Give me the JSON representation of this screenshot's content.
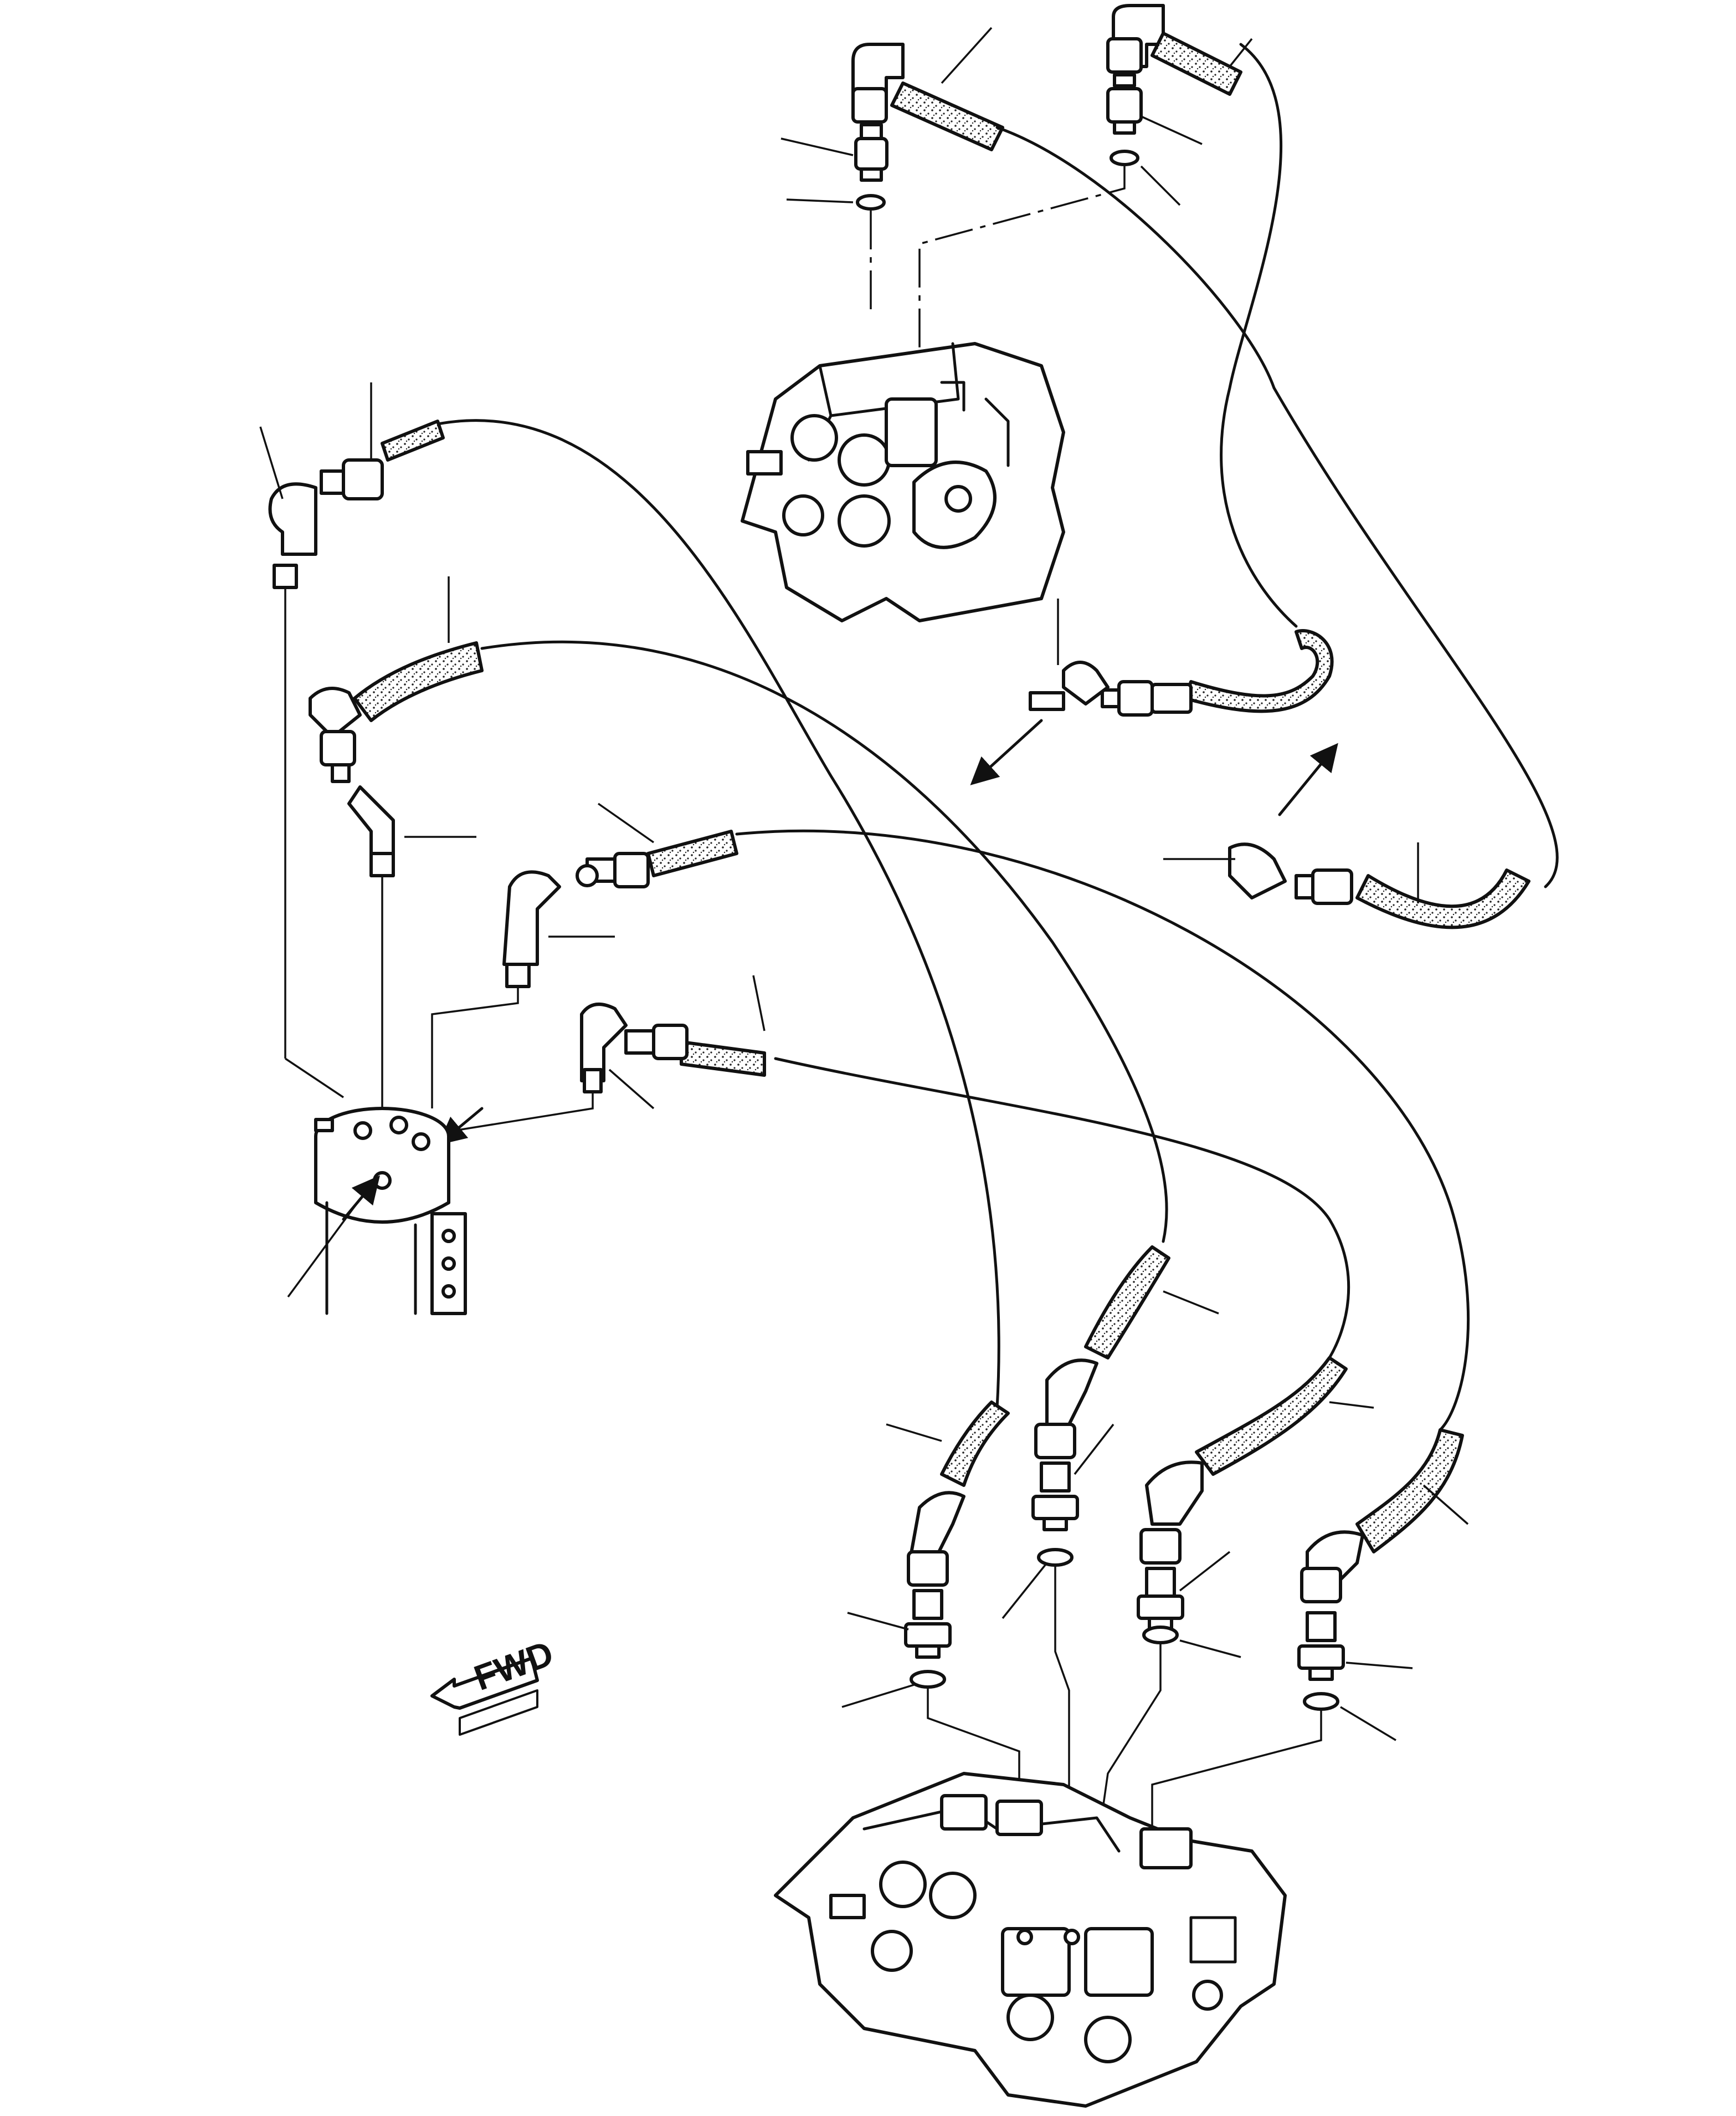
{
  "figure": {
    "fwd_label": "FWD"
  },
  "components": {
    "top_control_valve": "control-valve-upper",
    "bottom_control_valve": "control-valve-lower",
    "swivel_joint": "swivel-joint",
    "direction_indicator": "fwd-arrow"
  },
  "colors": {
    "line": "#111111",
    "background": "#ffffff"
  }
}
